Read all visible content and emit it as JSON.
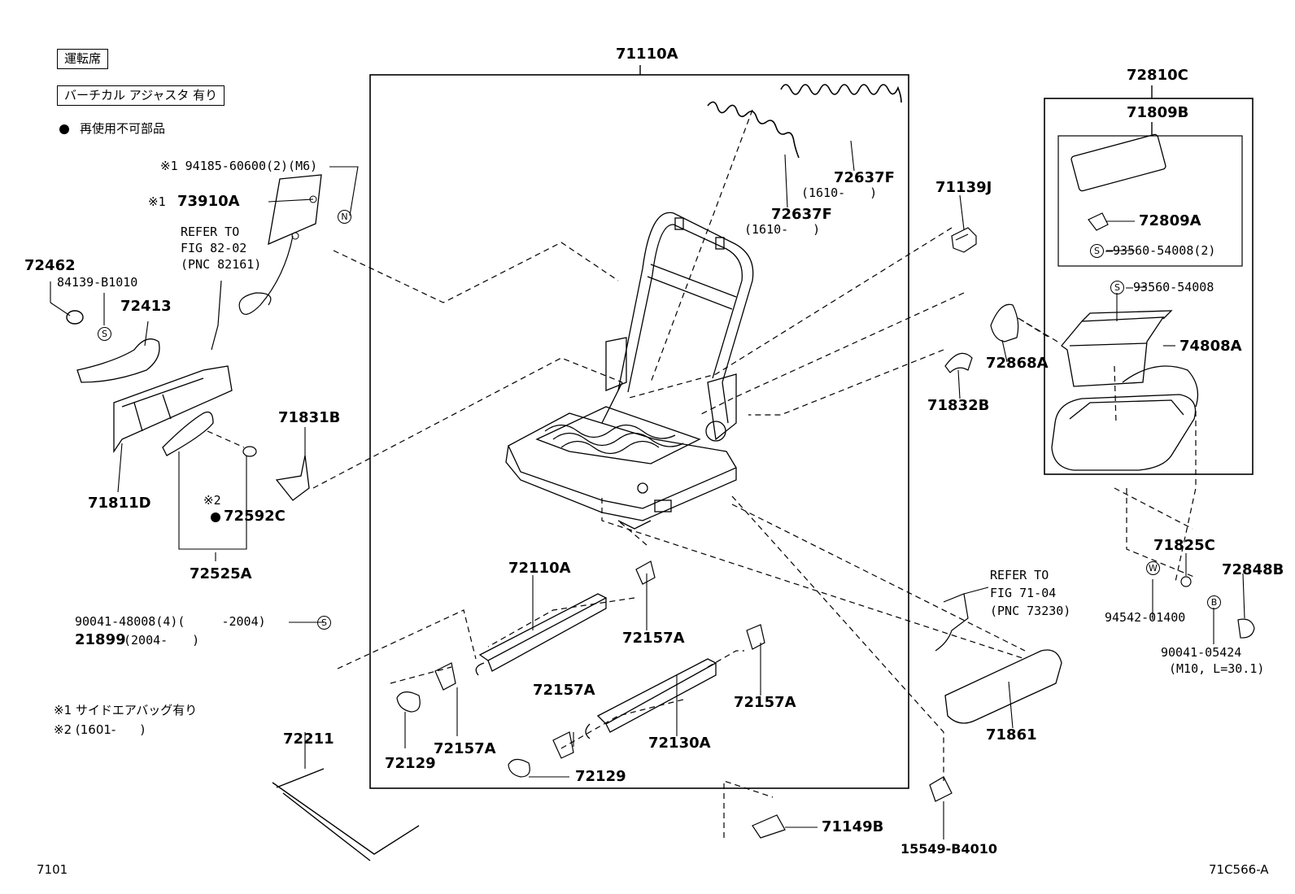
{
  "legend": {
    "driver_seat": "運転席",
    "vertical_adjuster": "バーチカル アジャスタ 有り",
    "non_reusable": "再使用不可部品",
    "note1": "※1 サイドエアバッグ有り",
    "note2": "※2 (1601-　　)"
  },
  "refs": {
    "fig82": [
      "REFER TO",
      "FIG 82-02",
      "(PNC 82161)"
    ],
    "fig71": [
      "REFER TO",
      "FIG 71-04",
      "(PNC 73230)"
    ]
  },
  "parts": {
    "p71110A": "71110A",
    "p72810C": "72810C",
    "p71809B": "71809B",
    "p72809A": "72809A",
    "p93560_2": "93560-54008(2)",
    "p93560": "93560-54008",
    "p74808A": "74808A",
    "p72637F_a": "72637F",
    "p72637F_a_note": "(1610-　　)",
    "p72637F_b": "72637F",
    "p72637F_b_note": "(1610-　　)",
    "p71139J": "71139J",
    "p72868A": "72868A",
    "p71832B": "71832B",
    "p94185": "※1 94185-60600(2)(M6)",
    "p73910A": "73910A",
    "p73910A_mark": "※1",
    "p72462": "72462",
    "p84139": "84139-B1010",
    "p72413": "72413",
    "p71831B": "71831B",
    "p71811D": "71811D",
    "p72592C_mark": "※2",
    "p72592C": "72592C",
    "p72525A": "72525A",
    "p90041_48008": "90041-48008(4)(　　　-2004)",
    "p21899": "21899",
    "p21899_note": "(2004-　　)",
    "p72110A": "72110A",
    "p72157A_1": "72157A",
    "p72157A_2": "72157A",
    "p72157A_3": "72157A",
    "p72157A_4": "72157A",
    "p72129_1": "72129",
    "p72129_2": "72129",
    "p72130A": "72130A",
    "p72211": "72211",
    "p71149B": "71149B",
    "p15549": "15549-B4010",
    "p71861": "71861",
    "p71825C": "71825C",
    "p72848B": "72848B",
    "p94542": "94542-01400",
    "p90041_05424": "90041-05424",
    "p90041_05424_note": "(M10, L=30.1)"
  },
  "symbols": {
    "s": "S",
    "n": "N",
    "w": "W",
    "b": "B"
  },
  "footer": {
    "left": "7101",
    "right": "71C566-A"
  }
}
